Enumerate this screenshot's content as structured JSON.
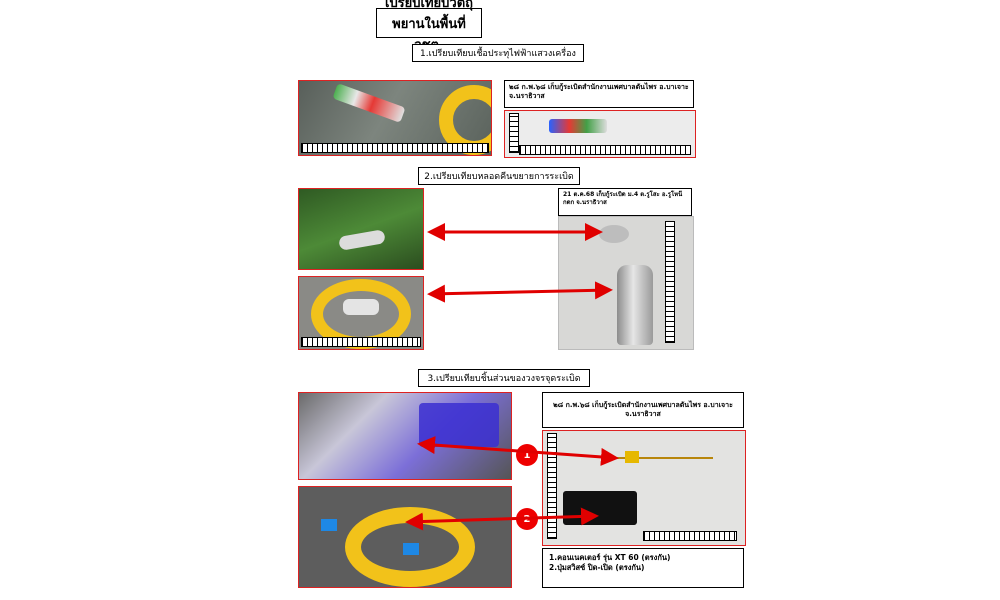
{
  "title": "เปรียบเทียบวัตถุพยานในพื้นที่ จชต.",
  "sections": [
    {
      "label": "1.เปรียบเทียบเชื้อประทุไฟฟ้าแสวงเครื่อง"
    },
    {
      "label": "2.เปรียบเทียบหลอดคีนขยายการระเบิด"
    },
    {
      "label": "3.เปรียบเทียบชิ้นส่วนของวงจรจุดระเบิด"
    }
  ],
  "captions": {
    "s1": "๒๘ ก.พ.๖๘ เก็บกู้ระเบิดสำนักงานเพศบาลตันไพร อ.บาเจาะ จ.นราธิวาส",
    "s2": "21 ต.ค.68 เก็บกู้ระเบิด ม.4 ต.รูโสะ อ.รูโหน๊กดก จ.นราธิวาส",
    "s3": "๒๘ ก.พ.๖๘ เก็บกู้ระเบิดสำนักงานเพศบาลตันไพร อ.บาเจาะ จ.นราธิวาส"
  },
  "markers": [
    "1",
    "2"
  ],
  "notes": [
    "1.คอนเนคเตอร์ รุ่น XT 60 (ตรงกัน)",
    "2.ปุ่มสวิสซ์ ปิด-เปิด (ตรงกัน)"
  ],
  "colors": {
    "arrow": "#e00000",
    "frame": "#d22222",
    "marker": "#e00000",
    "ring": "#f2c21a"
  }
}
